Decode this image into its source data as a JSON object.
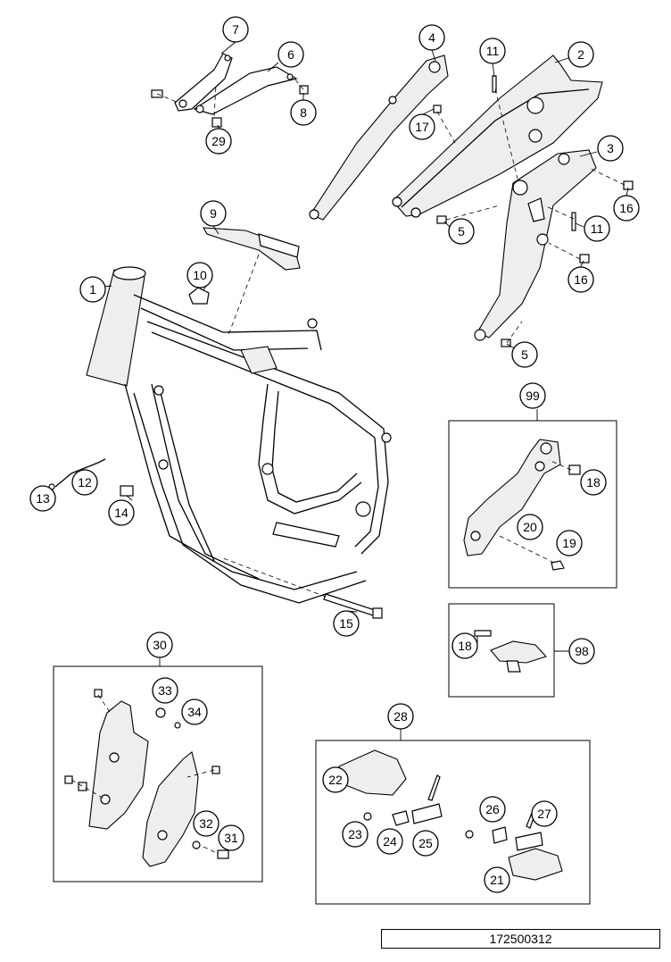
{
  "callouts": {
    "c1": "1",
    "c2": "2",
    "c3": "3",
    "c4": "4",
    "c5a": "5",
    "c5b": "5",
    "c6": "6",
    "c7": "7",
    "c8": "8",
    "c9": "9",
    "c10": "10",
    "c11a": "11",
    "c11b": "11",
    "c12": "12",
    "c13": "13",
    "c14": "14",
    "c15": "15",
    "c16a": "16",
    "c16b": "16",
    "c17": "17",
    "c18a": "18",
    "c18b": "18",
    "c19": "19",
    "c20": "20",
    "c21": "21",
    "c22": "22",
    "c23": "23",
    "c24": "24",
    "c25": "25",
    "c26": "26",
    "c27": "27",
    "c28": "28",
    "c29": "29",
    "c30": "30",
    "c31": "31",
    "c32": "32",
    "c33": "33",
    "c34": "34",
    "c98": "98",
    "c99": "99"
  },
  "document_number": "172500312"
}
